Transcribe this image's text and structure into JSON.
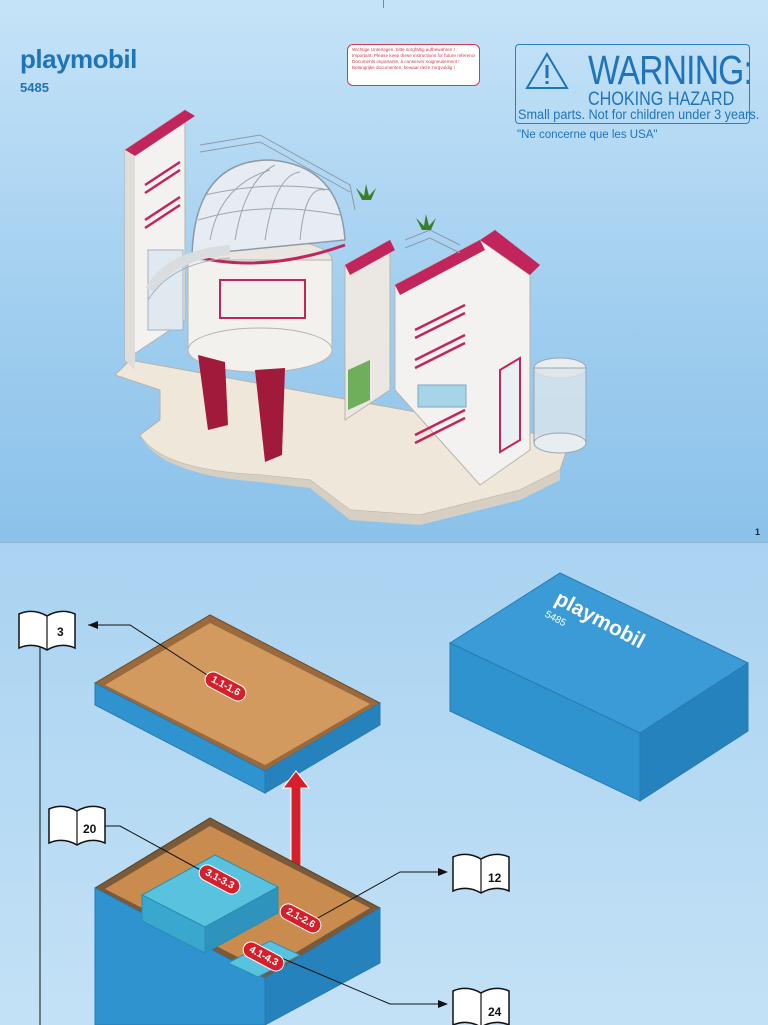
{
  "page1": {
    "brand": "playmobil",
    "model": "5485",
    "notice_lines": [
      "Wichtige Unterlagen, bitte sorgfältig aufbewahren !",
      "Important: Please keep these instructions for future reference!",
      "Documents importants, à conserver soigneusement !",
      "Belangrijke documenten, bewaar deze zorgvuldig !"
    ],
    "warning": {
      "title": "WARNING:",
      "subtitle": "CHOKING HAZARD",
      "text": "Small parts. Not for children under 3 years."
    },
    "usa_note": "\"Ne concerne que les USA\"",
    "page_number": "1"
  },
  "page2": {
    "box_brand": "playmobil",
    "box_model": "5485",
    "books": [
      {
        "page": "3"
      },
      {
        "page": "20"
      },
      {
        "page": "12"
      },
      {
        "page": "24"
      }
    ],
    "labels": [
      {
        "text": "1.1-1.6"
      },
      {
        "text": "3.1-3.3"
      },
      {
        "text": "2.1-2.6"
      },
      {
        "text": "4.1-4.3"
      }
    ],
    "colors": {
      "brand_blue": "#1f74b9",
      "box_blue": "#2f93cf",
      "tray_brown": "#c98b4e",
      "label_red": "#d5202c"
    }
  }
}
